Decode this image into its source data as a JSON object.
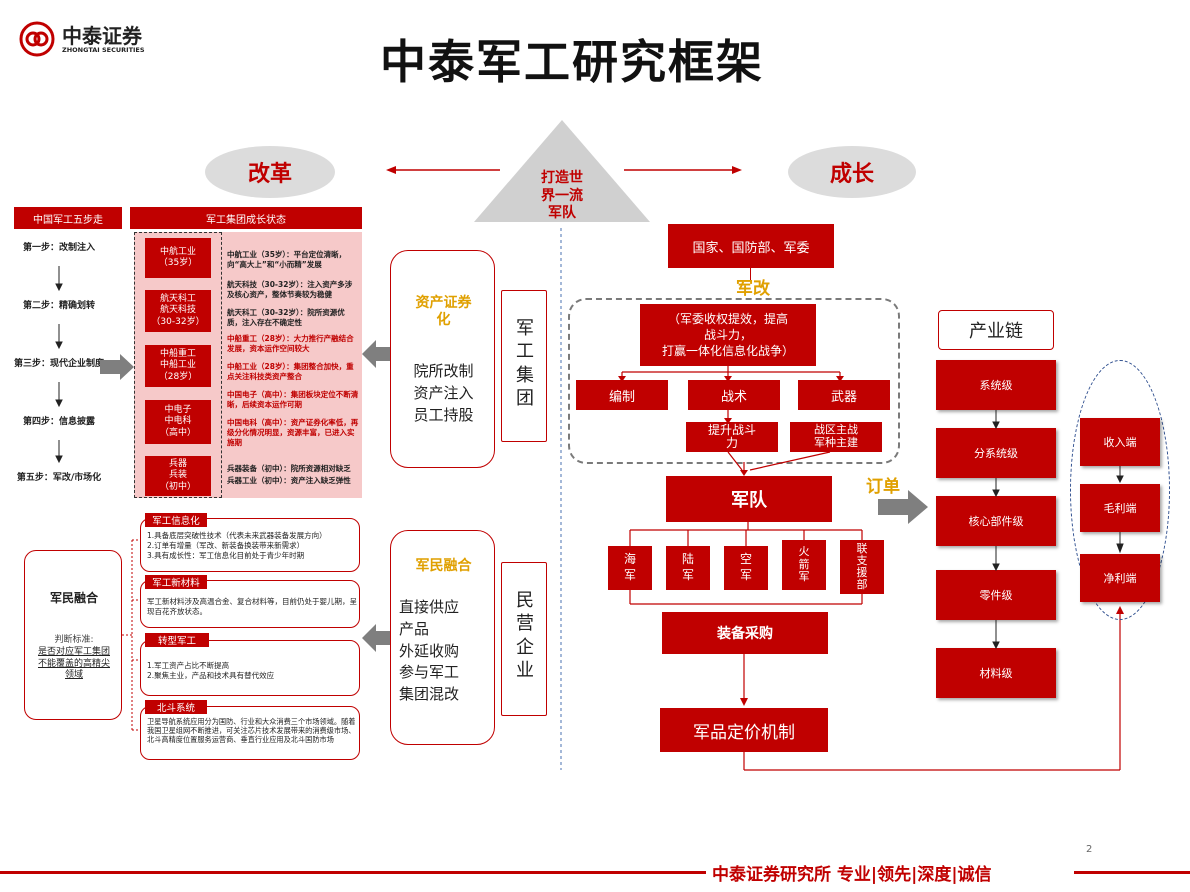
{
  "brand": {
    "name_cn": "中泰证券",
    "name_en": "ZHONGTAI SECURITIES",
    "red": "#c00000",
    "footer": "中泰证券研究所 专业|领先|深度|诚信",
    "page": "2"
  },
  "title": "中泰军工研究框架",
  "top": {
    "left_oval": "改革",
    "right_oval": "成长",
    "triangle": "打造世\n界一流\n军队"
  },
  "five_steps": {
    "header": "中国军工五步走",
    "steps": [
      "第一步：改制注入",
      "第二步：精确划转",
      "第三步：现代企业制度",
      "第四步：信息披露",
      "第五步：军改/市场化"
    ]
  },
  "groups": {
    "header": "军工集团成长状态",
    "items": [
      {
        "box": "中航工业\n（35岁）",
        "texts": [
          "中航工业（35岁）：平台定位清晰，向“高大上”和“小而精”发展"
        ]
      },
      {
        "box": "航天科工\n航天科技\n（30-32岁）",
        "texts": [
          "航天科技（30-32岁）：注入资产多涉及核心资产，整体节奏较为稳健",
          "航天科工（30-32岁）：院所资源优质，注入存在不确定性"
        ]
      },
      {
        "box": "中船重工\n中船工业\n（28岁）",
        "texts": [
          "中船重工（28岁）：大力推行产融结合发展，资本运作空间较大",
          "中船工业（28岁）：集团整合加快，重点关注科技类资产整合"
        ]
      },
      {
        "box": "中电子\n中电科\n（高中）",
        "texts": [
          "中国电子（高中）：集团板块定位不断清晰，后续资本运作可期",
          "中国电科（高中）：资产证券化率低，再级分化情况明显，资源丰富，已进入实施期"
        ]
      },
      {
        "box": "兵器\n兵装\n（初中）",
        "texts": [
          "兵器装备（初中）：院所资源相对缺乏",
          "兵器工业（初中）：资产注入缺乏弹性"
        ]
      }
    ]
  },
  "mil_civil": {
    "label": "军民融合",
    "criterion_title": "判断标准:",
    "criterion": "是否对应军工集团不能覆盖的高精尖领域",
    "items": [
      {
        "title": "军工信息化",
        "body": "1.具备底层突破性技术（代表未来武器装备发展方向）\n2.订单有增量（军改、新装备换装带来新需求）\n3.具有成长性：军工信息化目前处于青少年时期"
      },
      {
        "title": "军工新材料",
        "body": "军工新材料涉及高温合金、复合材料等，目前仍处于婴儿期，呈现百花齐放状态。"
      },
      {
        "title": "转型军工",
        "body": "1.军工资产占比不断提高\n2.聚焦主业，产品和技术具有替代效应"
      },
      {
        "title": "北斗系统",
        "body": "卫星导航系统应用分为国防、行业和大众消费三个市场领域。随着我国卫星组网不断推进，可关注芯片技术发展带来的消费级市场、北斗高精度位置服务运营商、垂直行业应用及北斗国防市场"
      }
    ]
  },
  "center": {
    "asset_title": "资产证券\n化",
    "asset_body": "院所改制\n资产注入\n员工持股",
    "group_label": "军\n工\n集\n团",
    "civil_title": "军民融合",
    "civil_body": "直接供应\n产品\n外延收购\n参与军工\n集团混改",
    "civil_label": "民\n营\n企\n业"
  },
  "growth": {
    "top_box": "国家、国防部、军委",
    "reform_label": "军改",
    "reform_text": "（军委收权提效，提高\n战斗力，\n打赢一体化信息化战争）",
    "row1": [
      "编制",
      "战术",
      "武器"
    ],
    "row2": [
      "提升战斗\n力",
      "战区主战\n军种主建"
    ],
    "army": "军队",
    "branches": [
      "海\n军",
      "陆\n军",
      "空\n军",
      "火\n箭\n军",
      "联\n支\n援\n部"
    ],
    "procure": "装备采购",
    "pricing": "军品定价机制",
    "order": "订单",
    "chain_title": "产业链",
    "chain": [
      "系统级",
      "分系统级",
      "核心部件级",
      "零件级",
      "材料级"
    ],
    "profit": [
      "收入端",
      "毛利端",
      "净利端"
    ]
  }
}
